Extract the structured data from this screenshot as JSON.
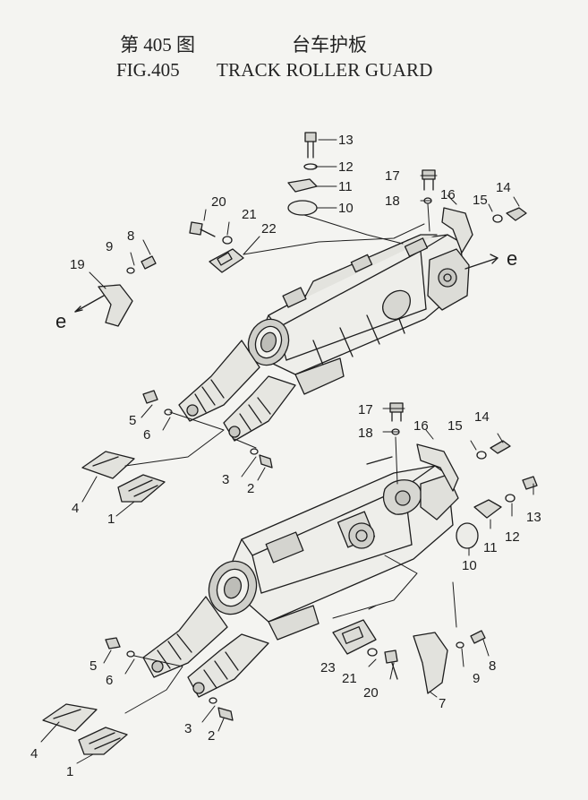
{
  "header": {
    "cn_fig": "第 405 图",
    "cn_name": "台车护板",
    "en_fig": "FIG.405",
    "en_name": "TRACK ROLLER GUARD"
  },
  "direction_labels": [
    "e",
    "e",
    "e"
  ],
  "callouts_upper": [
    "13",
    "12",
    "11",
    "10",
    "17",
    "18",
    "16",
    "15",
    "14",
    "20",
    "21",
    "22",
    "9",
    "8",
    "19",
    "5",
    "6",
    "3",
    "2",
    "4",
    "1"
  ],
  "callouts_lower": [
    "17",
    "18",
    "16",
    "15",
    "14",
    "13",
    "12",
    "11",
    "10",
    "23",
    "21",
    "20",
    "9",
    "8",
    "7",
    "5",
    "6",
    "3",
    "2",
    "4",
    "1"
  ],
  "colors": {
    "ink": "#1e1e1e",
    "paper": "#f4f4f1",
    "shade": "#bdbdb8"
  }
}
